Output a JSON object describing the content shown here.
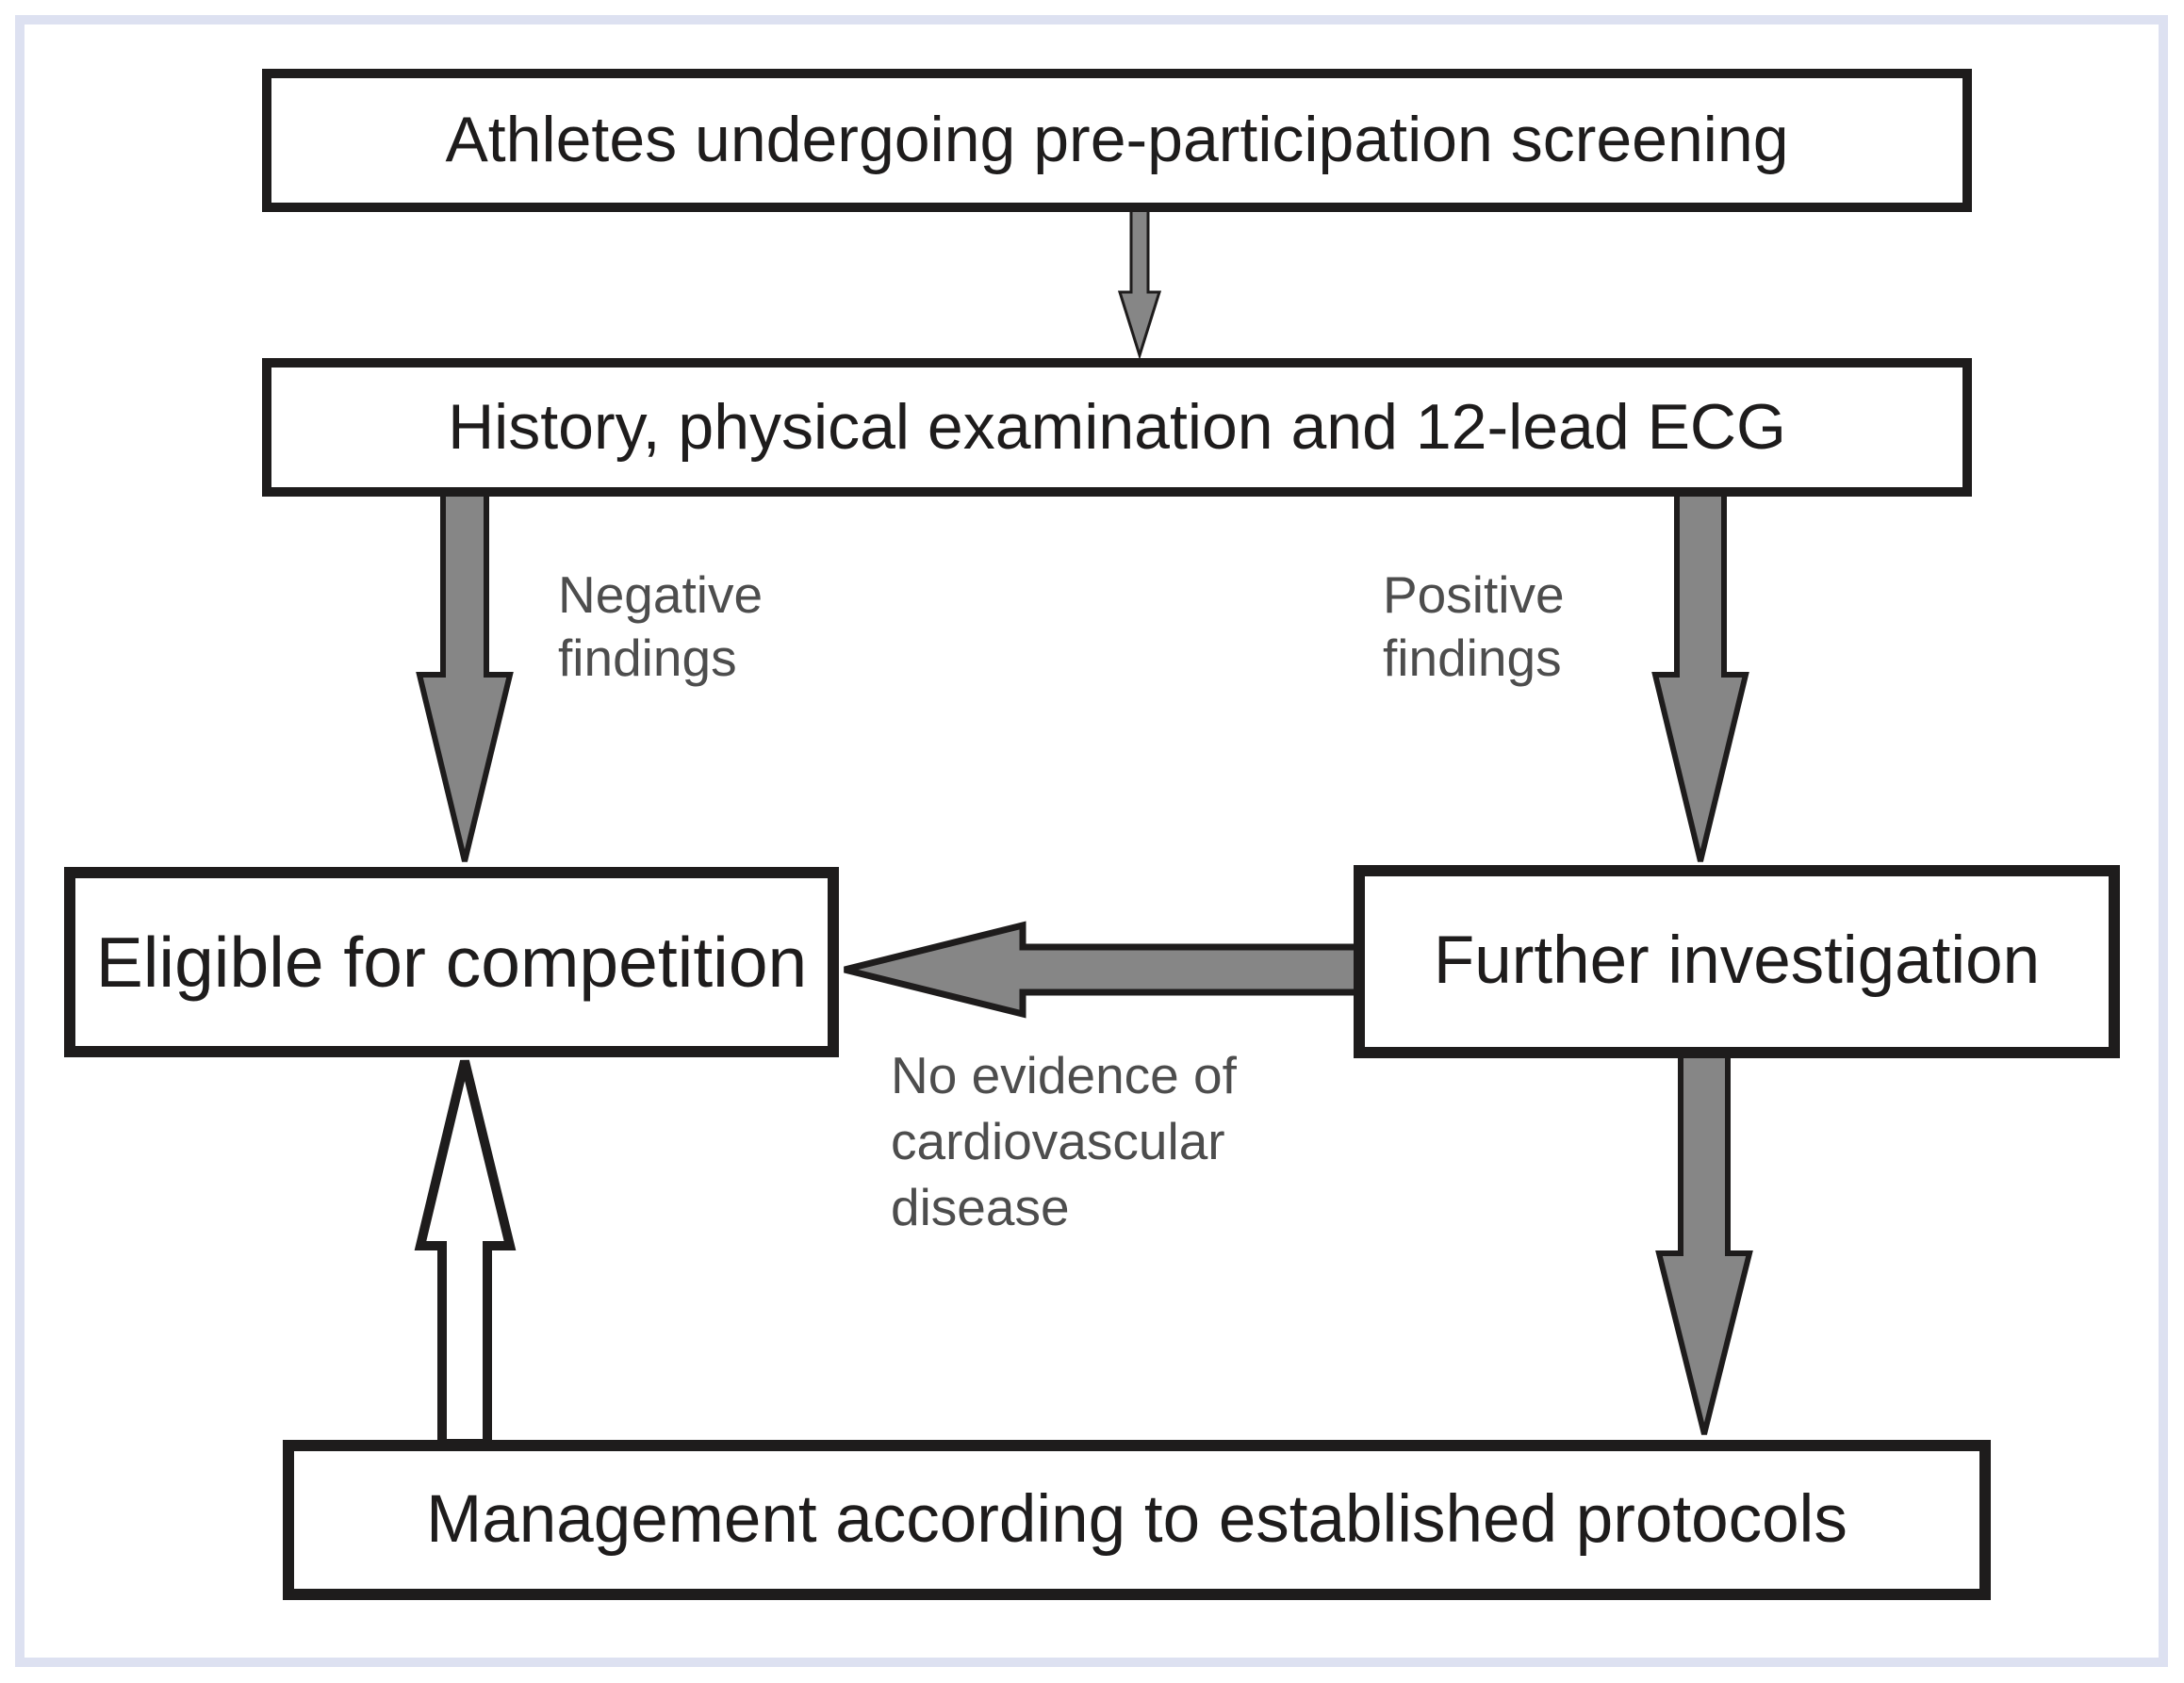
{
  "figure": {
    "type": "flowchart",
    "nodes": [
      {
        "id": "screening",
        "label": "Athletes undergoing pre-participation screening"
      },
      {
        "id": "history",
        "label": "History, physical examination and 12-lead ECG"
      },
      {
        "id": "eligible",
        "label": "Eligible for competition"
      },
      {
        "id": "further",
        "label": "Further investigation"
      },
      {
        "id": "management",
        "label": "Management according to established protocols"
      }
    ],
    "edges": [
      {
        "from": "screening",
        "to": "history",
        "label": ""
      },
      {
        "from": "history",
        "to": "eligible",
        "label": "Negative findings",
        "lines": [
          "Negative",
          "findings"
        ]
      },
      {
        "from": "history",
        "to": "further",
        "label": "Positive findings",
        "lines": [
          "Positive",
          "findings"
        ]
      },
      {
        "from": "further",
        "to": "eligible",
        "label": "No evidence of cardiovascular disease",
        "lines": [
          "No evidence of",
          "cardiovascular",
          "disease"
        ]
      },
      {
        "from": "further",
        "to": "management",
        "label": ""
      },
      {
        "from": "management",
        "to": "eligible",
        "label": ""
      }
    ],
    "colors": {
      "arrow_fill": "#868686",
      "outline": "#1e1c1c",
      "edge_label_text": "#4d4d4d",
      "frame": "#dde1f1",
      "node_bg": "#ffffff"
    }
  }
}
